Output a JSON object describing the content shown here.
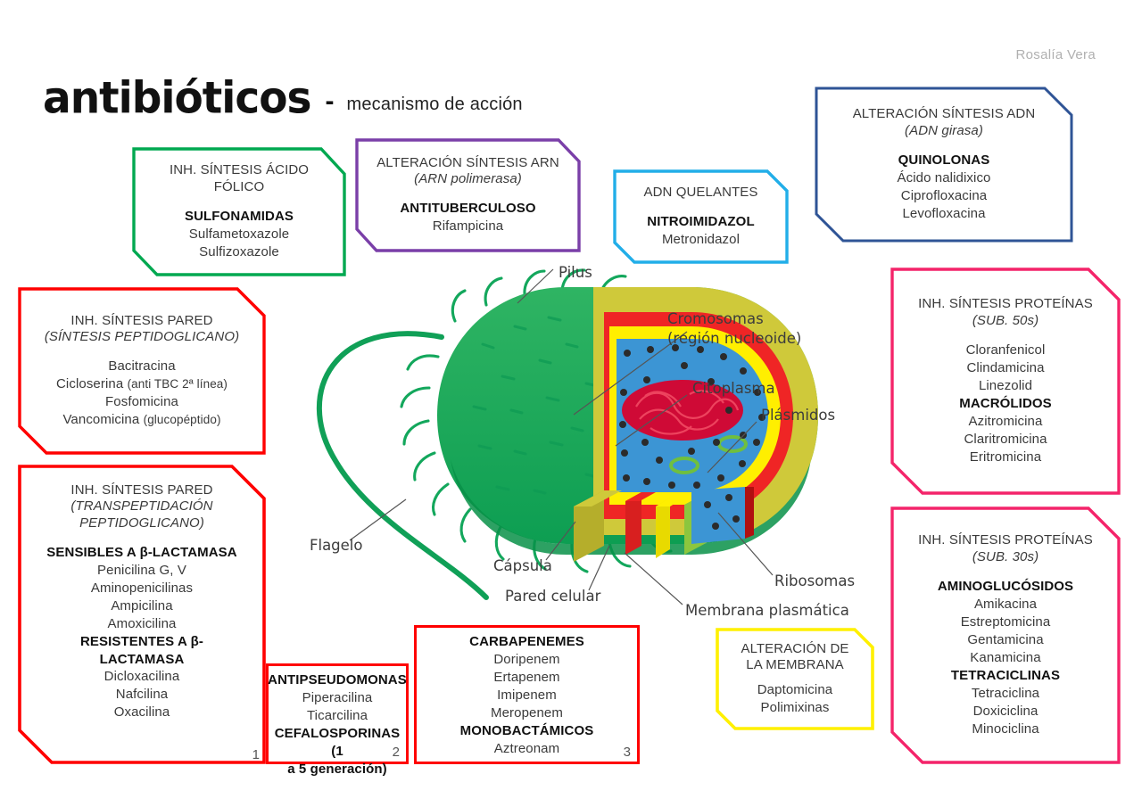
{
  "author": "Rosalía Vera",
  "title": {
    "main": "antibióticos",
    "dash": "-",
    "subtitle": "mecanismo de acción"
  },
  "colors": {
    "green": "#00A850",
    "purple": "#7A3FA8",
    "cyan": "#22AEE8",
    "navy": "#2F5496",
    "red": "#FF0000",
    "pink": "#F4246A",
    "yellow": "#FFF000",
    "author_gray": "#b0b0b0",
    "text_gray": "#3a3a3a"
  },
  "boxes": {
    "folico": {
      "head": [
        "INH. SÍNTESIS ÁCIDO",
        "FÓLICO"
      ],
      "drugs": [
        {
          "t": "SULFONAMIDAS",
          "b": true
        },
        {
          "t": "Sulfametoxazole",
          "b": false
        },
        {
          "t": "Sulfizoxazole",
          "b": false
        }
      ]
    },
    "arn": {
      "head": [
        "ALTERACIÓN SÍNTESIS ARN"
      ],
      "head_it": [
        "(ARN polimerasa)"
      ],
      "drugs": [
        {
          "t": "ANTITUBERCULOSO",
          "b": true
        },
        {
          "t": "Rifampicina",
          "b": false
        }
      ]
    },
    "quelantes": {
      "head": [
        "ADN QUELANTES"
      ],
      "drugs": [
        {
          "t": "NITROIMIDAZOL",
          "b": true
        },
        {
          "t": "Metronidazol",
          "b": false
        }
      ]
    },
    "adn": {
      "head": [
        "ALTERACIÓN SÍNTESIS ADN"
      ],
      "head_it": [
        "(ADN girasa)"
      ],
      "drugs": [
        {
          "t": "QUINOLONAS",
          "b": true
        },
        {
          "t": "Ácido nalidixico",
          "b": false
        },
        {
          "t": "Ciprofloxacina",
          "b": false
        },
        {
          "t": "Levofloxacina",
          "b": false
        }
      ]
    },
    "pared_peptido": {
      "head": [
        "INH. SÍNTESIS PARED"
      ],
      "head_it": [
        "(SÍNTESIS PEPTIDOGLICANO)"
      ],
      "drugs": [
        {
          "t": "Bacitracina",
          "b": false
        },
        {
          "t": "Cicloserina",
          "b": false,
          "note": "(anti TBC 2ª línea)"
        },
        {
          "t": "Fosfomicina",
          "b": false
        },
        {
          "t": "Vancomicina",
          "b": false,
          "note": "(glucopéptido)"
        }
      ]
    },
    "pared_trans": {
      "head": [
        "INH. SÍNTESIS PARED"
      ],
      "head_it": [
        "(TRANSPEPTIDACIÓN",
        "PEPTIDOGLICANO)"
      ],
      "drugs": [
        {
          "t": "SENSIBLES A β-LACTAMASA",
          "b": true
        },
        {
          "t": "Penicilina G, V",
          "b": false
        },
        {
          "t": "Aminopenicilinas",
          "b": false
        },
        {
          "t": "Ampicilina",
          "b": false
        },
        {
          "t": "Amoxicilina",
          "b": false
        },
        {
          "t": "RESISTENTES A β-",
          "b": true
        },
        {
          "t": "LACTAMASA",
          "b": true
        },
        {
          "t": "Dicloxacilina",
          "b": false
        },
        {
          "t": "Nafcilina",
          "b": false
        },
        {
          "t": "Oxacilina",
          "b": false
        }
      ],
      "num": "1"
    },
    "antipseudomonas": {
      "drugs": [
        {
          "t": "ANTIPSEUDOMONAS",
          "b": true
        },
        {
          "t": "Piperacilina",
          "b": false
        },
        {
          "t": "Ticarcilina",
          "b": false
        },
        {
          "t": "CEFALOSPORINAS (1",
          "b": true
        },
        {
          "t": "a 5 generación)",
          "b": true
        }
      ],
      "num": "2"
    },
    "carbapenemes": {
      "drugs": [
        {
          "t": "CARBAPENEMES",
          "b": true
        },
        {
          "t": "Doripenem",
          "b": false
        },
        {
          "t": "Ertapenem",
          "b": false
        },
        {
          "t": "Imipenem",
          "b": false
        },
        {
          "t": "Meropenem",
          "b": false
        },
        {
          "t": "MONOBACTÁMICOS",
          "b": true
        },
        {
          "t": "Aztreonam",
          "b": false
        }
      ],
      "num": "3"
    },
    "prot50": {
      "head": [
        "INH. SÍNTESIS PROTEÍNAS"
      ],
      "head_it": [
        "(SUB. 50s)"
      ],
      "drugs": [
        {
          "t": "Cloranfenicol",
          "b": false
        },
        {
          "t": "Clindamicina",
          "b": false
        },
        {
          "t": "Linezolid",
          "b": false
        },
        {
          "t": "MACRÓLIDOS",
          "b": true
        },
        {
          "t": "Azitromicina",
          "b": false
        },
        {
          "t": "Claritromicina",
          "b": false
        },
        {
          "t": "Eritromicina",
          "b": false
        }
      ]
    },
    "prot30": {
      "head": [
        "INH. SÍNTESIS PROTEÍNAS"
      ],
      "head_it": [
        "(SUB. 30s)"
      ],
      "drugs": [
        {
          "t": "AMINOGLUCÓSIDOS",
          "b": true
        },
        {
          "t": "Amikacina",
          "b": false
        },
        {
          "t": "Estreptomicina",
          "b": false
        },
        {
          "t": "Gentamicina",
          "b": false
        },
        {
          "t": "Kanamicina",
          "b": false
        },
        {
          "t": "TETRACICLINAS",
          "b": true
        },
        {
          "t": "Tetraciclina",
          "b": false
        },
        {
          "t": "Doxiciclina",
          "b": false
        },
        {
          "t": "Minociclina",
          "b": false
        }
      ]
    },
    "membrana": {
      "head": [
        "ALTERACIÓN DE",
        "LA MEMBRANA"
      ],
      "drugs": [
        {
          "t": "Daptomicina",
          "b": false
        },
        {
          "t": "Polimixinas",
          "b": false
        }
      ]
    }
  },
  "bacteria_labels": {
    "pilus": "Pilus",
    "cromosomas_1": "Cromosomas",
    "cromosomas_2": "(región nucleoide)",
    "citoplasma": "Citoplasma",
    "plasmidos": "Plásmidos",
    "ribosomas": "Ribosomas",
    "membrana_plasmatica": "Membrana plasmática",
    "pared_celular": "Pared celular",
    "capsula": "Cápsula",
    "flagelo": "Flagelo"
  }
}
